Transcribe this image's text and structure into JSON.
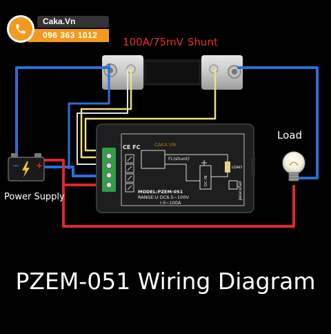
{
  "brand": {
    "site": "Caka.Vn",
    "phone": "096 363 1012",
    "icon": "phone-icon",
    "color": "#f39a1e"
  },
  "shunt": {
    "rating": "100A/75mV",
    "label": "Shunt"
  },
  "load": {
    "label": "Load",
    "icon": "light-bulb-icon"
  },
  "power_supply": {
    "label": "Power Supply",
    "icon": "battery-icon"
  },
  "meter": {
    "watermark": "CAKA.VN",
    "certs": "CE FC",
    "shunt_label": "FL(shunt)",
    "load_label": "LOAD",
    "dc_in": "DC IN",
    "brand": "peacefair",
    "model": "MODEL:PZEM-051",
    "range_v": "RANGE:U DC6.5~100V",
    "range_i": "I 0~100A"
  },
  "title": "PZEM-051 Wiring Diagram",
  "wire_colors": {
    "blue": "#2b6fd6",
    "red": "#e0262a",
    "yellow": "#f2e27a"
  }
}
